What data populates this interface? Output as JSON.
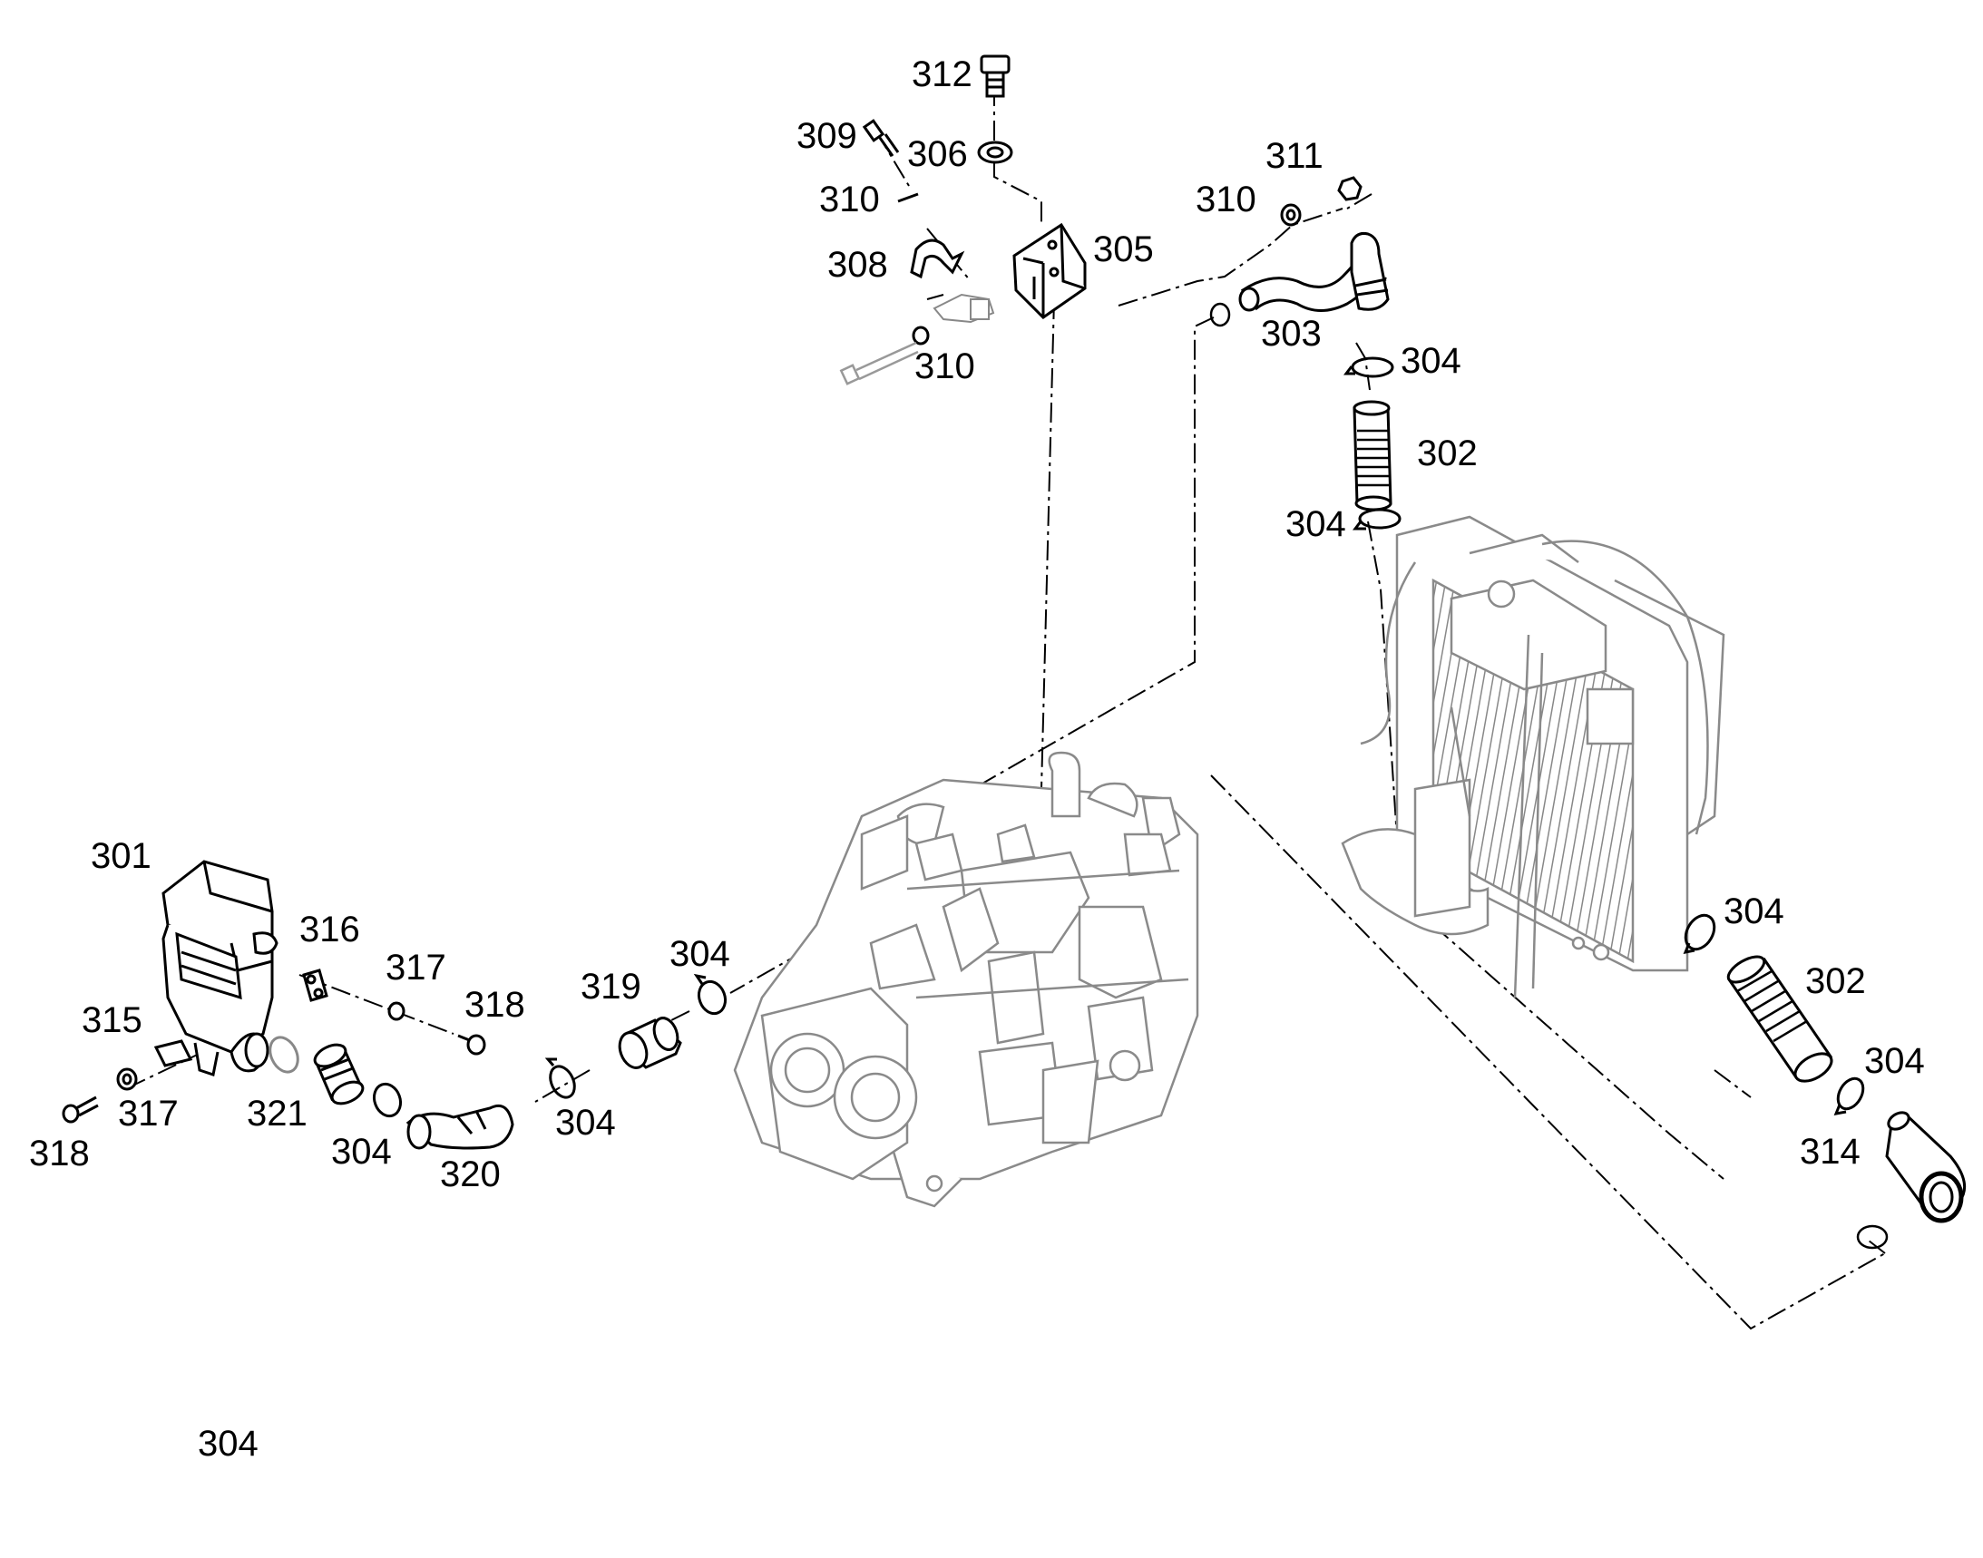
{
  "diagram": {
    "type": "exploded-parts-diagram",
    "colors": {
      "line": "#000000",
      "ghost": "#9a9a9a",
      "fill": "#ffffff"
    },
    "callouts": {
      "c312": "312",
      "c309": "309",
      "c306": "306",
      "c311": "311",
      "c310a": "310",
      "c310b": "310",
      "c310c": "310",
      "c308": "308",
      "c305": "305",
      "c303": "303",
      "c304a": "304",
      "c302a": "302",
      "c304b": "304",
      "c301": "301",
      "c316": "316",
      "c317a": "317",
      "c318a": "318",
      "c315": "315",
      "c317b": "317",
      "c318b": "318",
      "c321": "321",
      "c304c": "304",
      "c320": "320",
      "c304d": "304",
      "c319": "319",
      "c304e": "304",
      "c304f": "304",
      "c302b": "302",
      "c304g": "304",
      "c314": "314",
      "c304h": "304"
    },
    "parts": [
      {
        "name": "bolt-312-icon"
      },
      {
        "name": "washer-306-icon"
      },
      {
        "name": "screw-309-icon"
      },
      {
        "name": "bracket-305-icon"
      },
      {
        "name": "hose-303-icon"
      },
      {
        "name": "hose-302-icon"
      },
      {
        "name": "air-cleaner-301-icon"
      },
      {
        "name": "engine-icon"
      },
      {
        "name": "radiator-icon"
      },
      {
        "name": "elbow-314-icon"
      },
      {
        "name": "elbow-320-icon"
      },
      {
        "name": "adapter-319-icon"
      }
    ]
  }
}
